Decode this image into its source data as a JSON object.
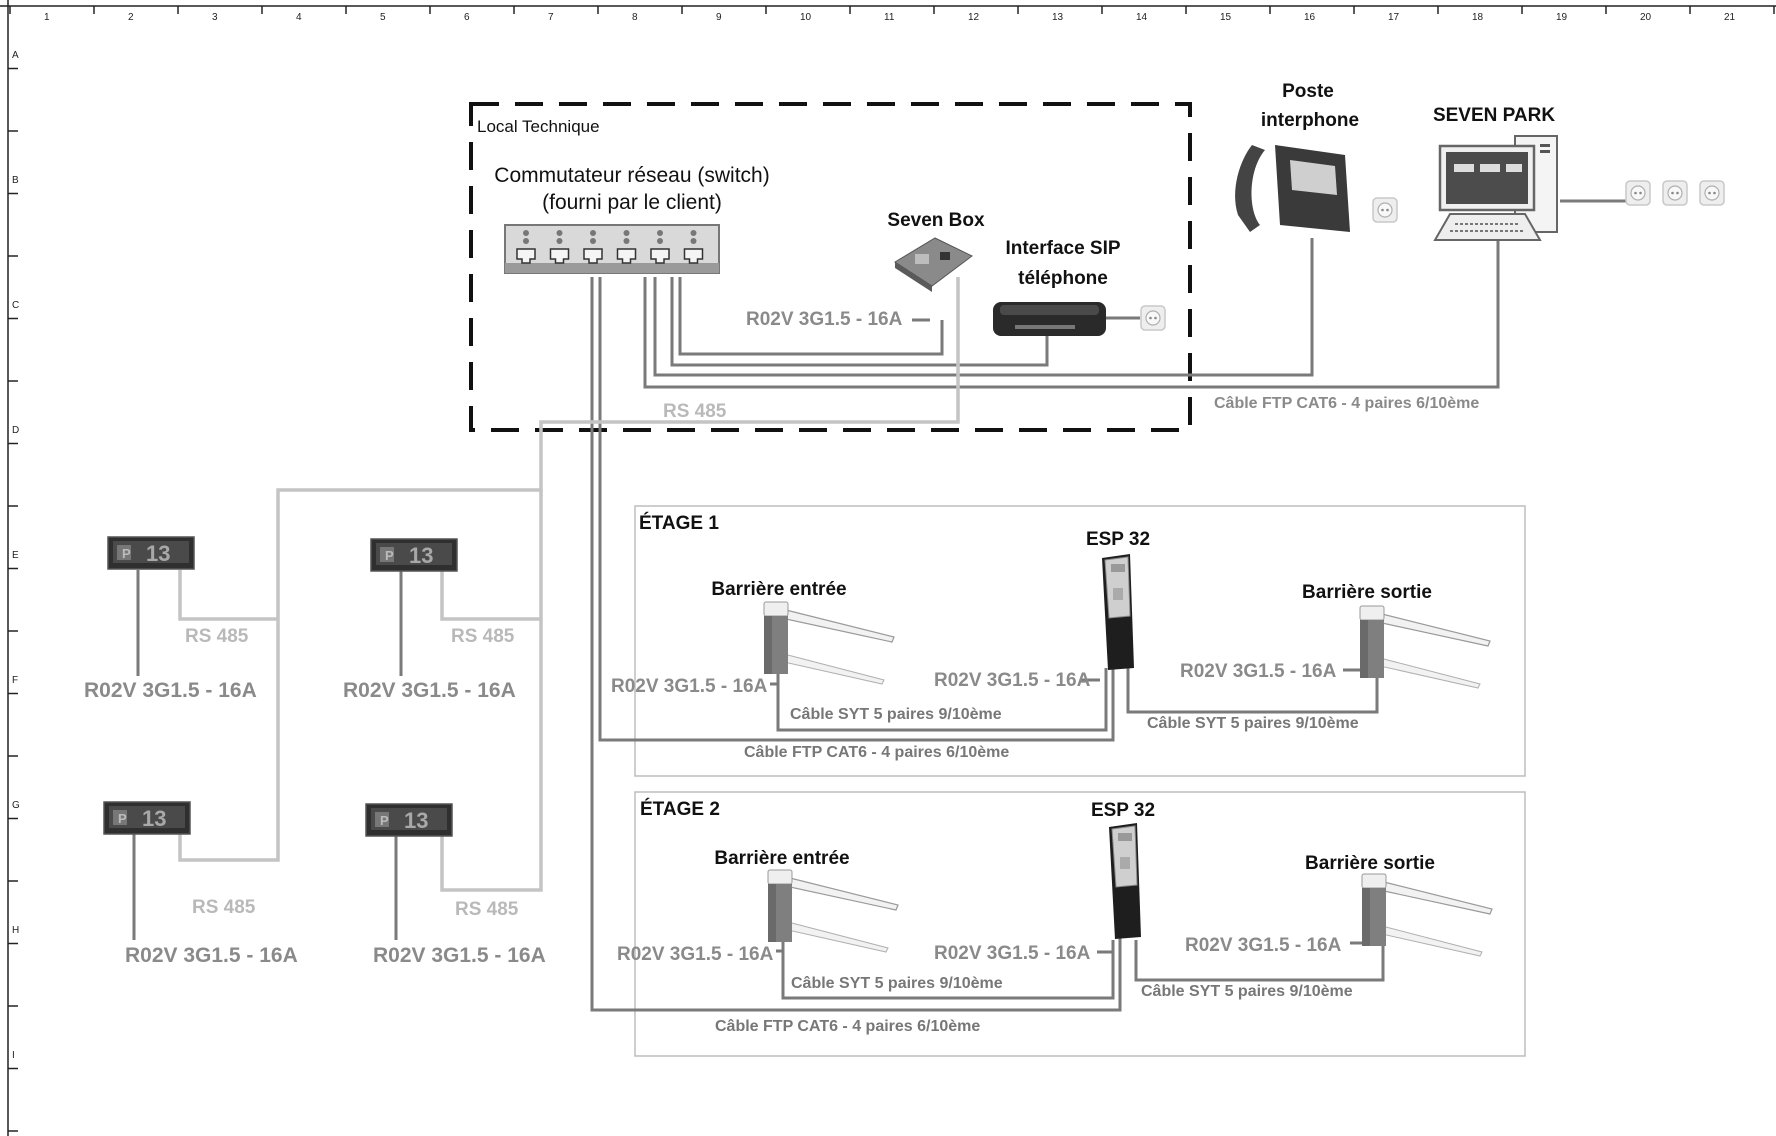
{
  "ruler": {
    "columns": [
      "1",
      "2",
      "3",
      "4",
      "5",
      "6",
      "7",
      "8",
      "9",
      "10",
      "11",
      "12",
      "13",
      "14",
      "15",
      "16",
      "17",
      "18",
      "19",
      "20",
      "21"
    ],
    "rows": [
      "A",
      "B",
      "C",
      "D",
      "E",
      "F",
      "G",
      "H",
      "I"
    ]
  },
  "local_technique": {
    "title": "Local Technique",
    "switch_label_line1": "Commutateur réseau (switch)",
    "switch_label_line2": "(fourni par le client)",
    "seven_box": "Seven Box",
    "sip_line1": "Interface SIP",
    "sip_line2": "téléphone",
    "power_label": "R02V 3G1.5 - 16A",
    "rs485": "RS 485"
  },
  "external": {
    "poste_line1": "Poste",
    "poste_line2": "interphone",
    "seven_park": "SEVEN PARK",
    "ftp_cable": "Câble FTP CAT6 - 4 paires 6/10ème"
  },
  "displays": {
    "screen_text": "13",
    "rs485": "RS 485",
    "power": "R02V 3G1.5 - 16A"
  },
  "floors": [
    {
      "title": "ÉTAGE 1",
      "esp": "ESP 32",
      "entry": "Barrière entrée",
      "exit": "Barrière sortie",
      "power_entry": "R02V 3G1.5 - 16A",
      "power_esp": "R02V 3G1.5 - 16A",
      "power_exit": "R02V 3G1.5 - 16A",
      "syt_left": "Câble SYT 5 paires 9/10ème",
      "syt_right": "Câble SYT 5 paires 9/10ème",
      "ftp": "Câble FTP CAT6 - 4 paires 6/10ème"
    },
    {
      "title": "ÉTAGE 2",
      "esp": "ESP 32",
      "entry": "Barrière entrée",
      "exit": "Barrière sortie",
      "power_entry": "R02V 3G1.5 - 16A",
      "power_esp": "R02V 3G1.5 - 16A",
      "power_exit": "R02V 3G1.5 - 16A",
      "syt_left": "Câble SYT 5 paires 9/10ème",
      "syt_right": "Câble SYT 5 paires 9/10ème",
      "ftp": "Câble FTP CAT6 - 4 paires 6/10ème"
    }
  ]
}
